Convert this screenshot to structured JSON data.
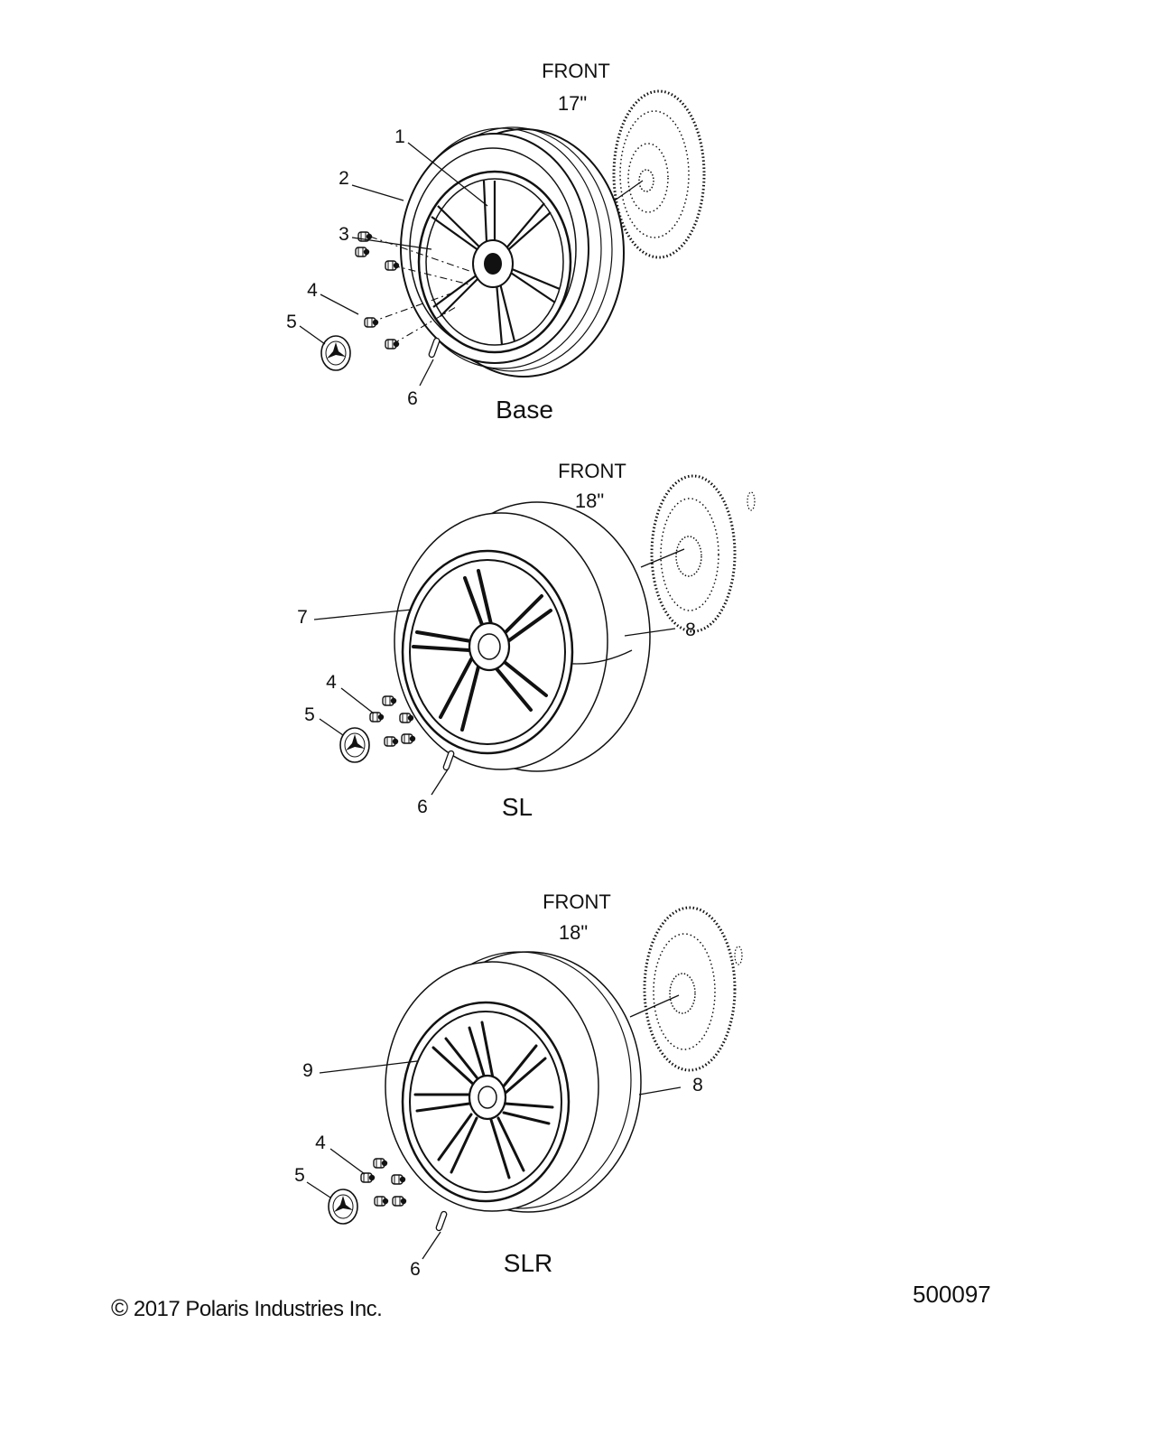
{
  "sections": [
    {
      "header": "FRONT",
      "size": "17\"",
      "title": "Base",
      "callouts": [
        "1",
        "2",
        "3",
        "4",
        "5",
        "6"
      ]
    },
    {
      "header": "FRONT",
      "size": "18\"",
      "title": "SL",
      "callouts": [
        "7",
        "8",
        "4",
        "5",
        "6"
      ]
    },
    {
      "header": "FRONT",
      "size": "18\"",
      "title": "SLR",
      "callouts": [
        "9",
        "8",
        "4",
        "5",
        "6"
      ]
    }
  ],
  "footer": {
    "copyright": "2017 Polaris Industries Inc.",
    "copyright_symbol": "©",
    "part_number": "500097"
  },
  "colors": {
    "line": "#111111",
    "background": "#ffffff"
  }
}
